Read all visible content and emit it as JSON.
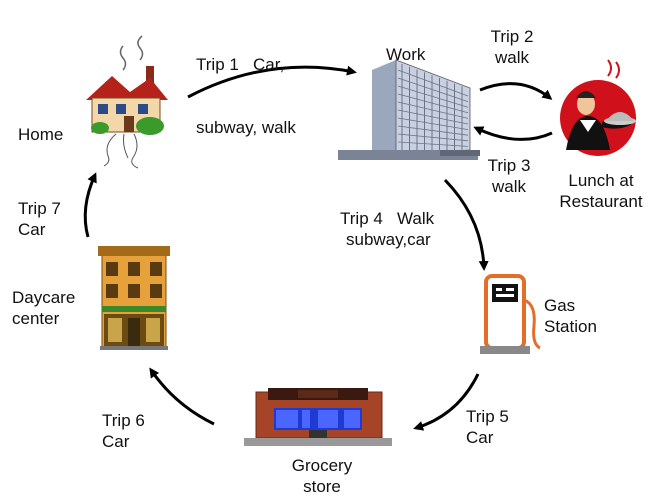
{
  "places": {
    "home": "Home",
    "work": "Work",
    "restaurant": [
      "Lunch at",
      "Restaurant"
    ],
    "gas": [
      "Gas",
      "Station"
    ],
    "grocery": [
      "Grocery",
      "store"
    ],
    "daycare": [
      "Daycare",
      "center"
    ]
  },
  "trips": {
    "t1": [
      "Trip 1   Car,",
      "subway, walk"
    ],
    "t2": [
      "Trip 2",
      "walk"
    ],
    "t3": [
      "Trip 3",
      "walk"
    ],
    "t4": [
      "Trip 4   Walk",
      "subway,car"
    ],
    "t5": [
      "Trip 5",
      "Car"
    ],
    "t6": [
      "Trip 6",
      "Car"
    ],
    "t7": [
      "Trip 7",
      "Car"
    ]
  },
  "icons": [
    "house-icon",
    "office-building-icon",
    "waiter-icon",
    "gas-pump-icon",
    "grocery-store-icon",
    "daycare-building-icon"
  ]
}
